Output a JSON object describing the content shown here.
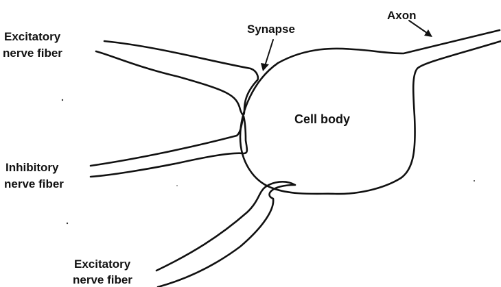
{
  "labels": {
    "excitatory_top_1": "Excitatory",
    "excitatory_top_2": "nerve fiber",
    "synapse": "Synapse",
    "axon": "Axon",
    "cell_body": "Cell body",
    "inhibitory_1": "Inhibitory",
    "inhibitory_2": "nerve fiber",
    "excitatory_bottom_1": "Excitatory",
    "excitatory_bottom_2": "nerve fiber"
  },
  "colors": {
    "line": "#111111",
    "background": "#ffffff"
  }
}
